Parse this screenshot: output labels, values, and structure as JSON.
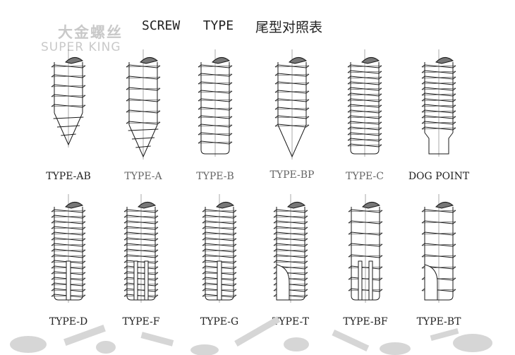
{
  "logo": {
    "cn": "大金螺丝",
    "en": "SUPER KING"
  },
  "title": {
    "en": "SCREW   TYPE",
    "cn": "尾型对照表"
  },
  "screws": [
    {
      "label": "TYPE-AB",
      "tip": "gimlet",
      "thread": "coarse",
      "slot": "none"
    },
    {
      "label": "TYPE-A",
      "tip": "gimlet",
      "thread": "spaced",
      "slot": "none"
    },
    {
      "label": "TYPE-B",
      "tip": "blunt",
      "thread": "medium",
      "slot": "none"
    },
    {
      "label": "TYPE-BP",
      "tip": "cone",
      "thread": "medium",
      "slot": "none"
    },
    {
      "label": "TYPE-C",
      "tip": "blunt",
      "thread": "fine",
      "slot": "none"
    },
    {
      "label": "DOG POINT",
      "tip": "dog",
      "thread": "fine",
      "slot": "none"
    },
    {
      "label": "TYPE-D",
      "tip": "flat",
      "thread": "fine",
      "slot": "single"
    },
    {
      "label": "TYPE-F",
      "tip": "flat",
      "thread": "fine",
      "slot": "multi"
    },
    {
      "label": "TYPE-G",
      "tip": "flat",
      "thread": "fine",
      "slot": "single"
    },
    {
      "label": "TYPE-T",
      "tip": "flat",
      "thread": "fine",
      "slot": "notch"
    },
    {
      "label": "TYPE-BF",
      "tip": "flat",
      "thread": "spaced",
      "slot": "multi"
    },
    {
      "label": "TYPE-BT",
      "tip": "flat",
      "thread": "spaced",
      "slot": "notch"
    }
  ]
}
